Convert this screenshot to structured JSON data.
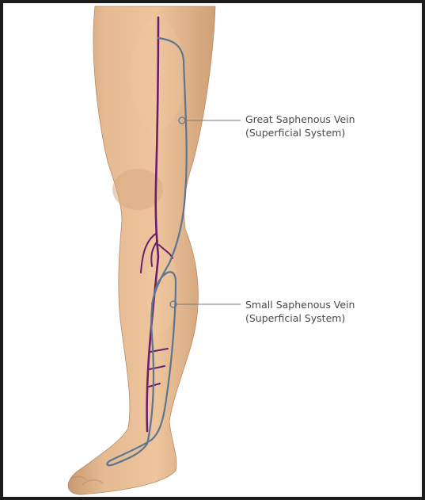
{
  "labels": {
    "great_saphenous": {
      "line1": "Great Saphenous Vein",
      "line2": "(Superficial System)"
    },
    "small_saphenous": {
      "line1": "Small Saphenous Vein",
      "line2": "(Superficial System)"
    }
  },
  "colors": {
    "frame": "#1c1c1c",
    "skin": "#e2b48c",
    "skin_shadow": "#c99a72",
    "skin_highlight": "#f0caa3",
    "vein_purple": "#6a1f6e",
    "vein_blue": "#5d7590",
    "leader_line": "#7a7a7a",
    "label_text": "#4a4a4a"
  }
}
